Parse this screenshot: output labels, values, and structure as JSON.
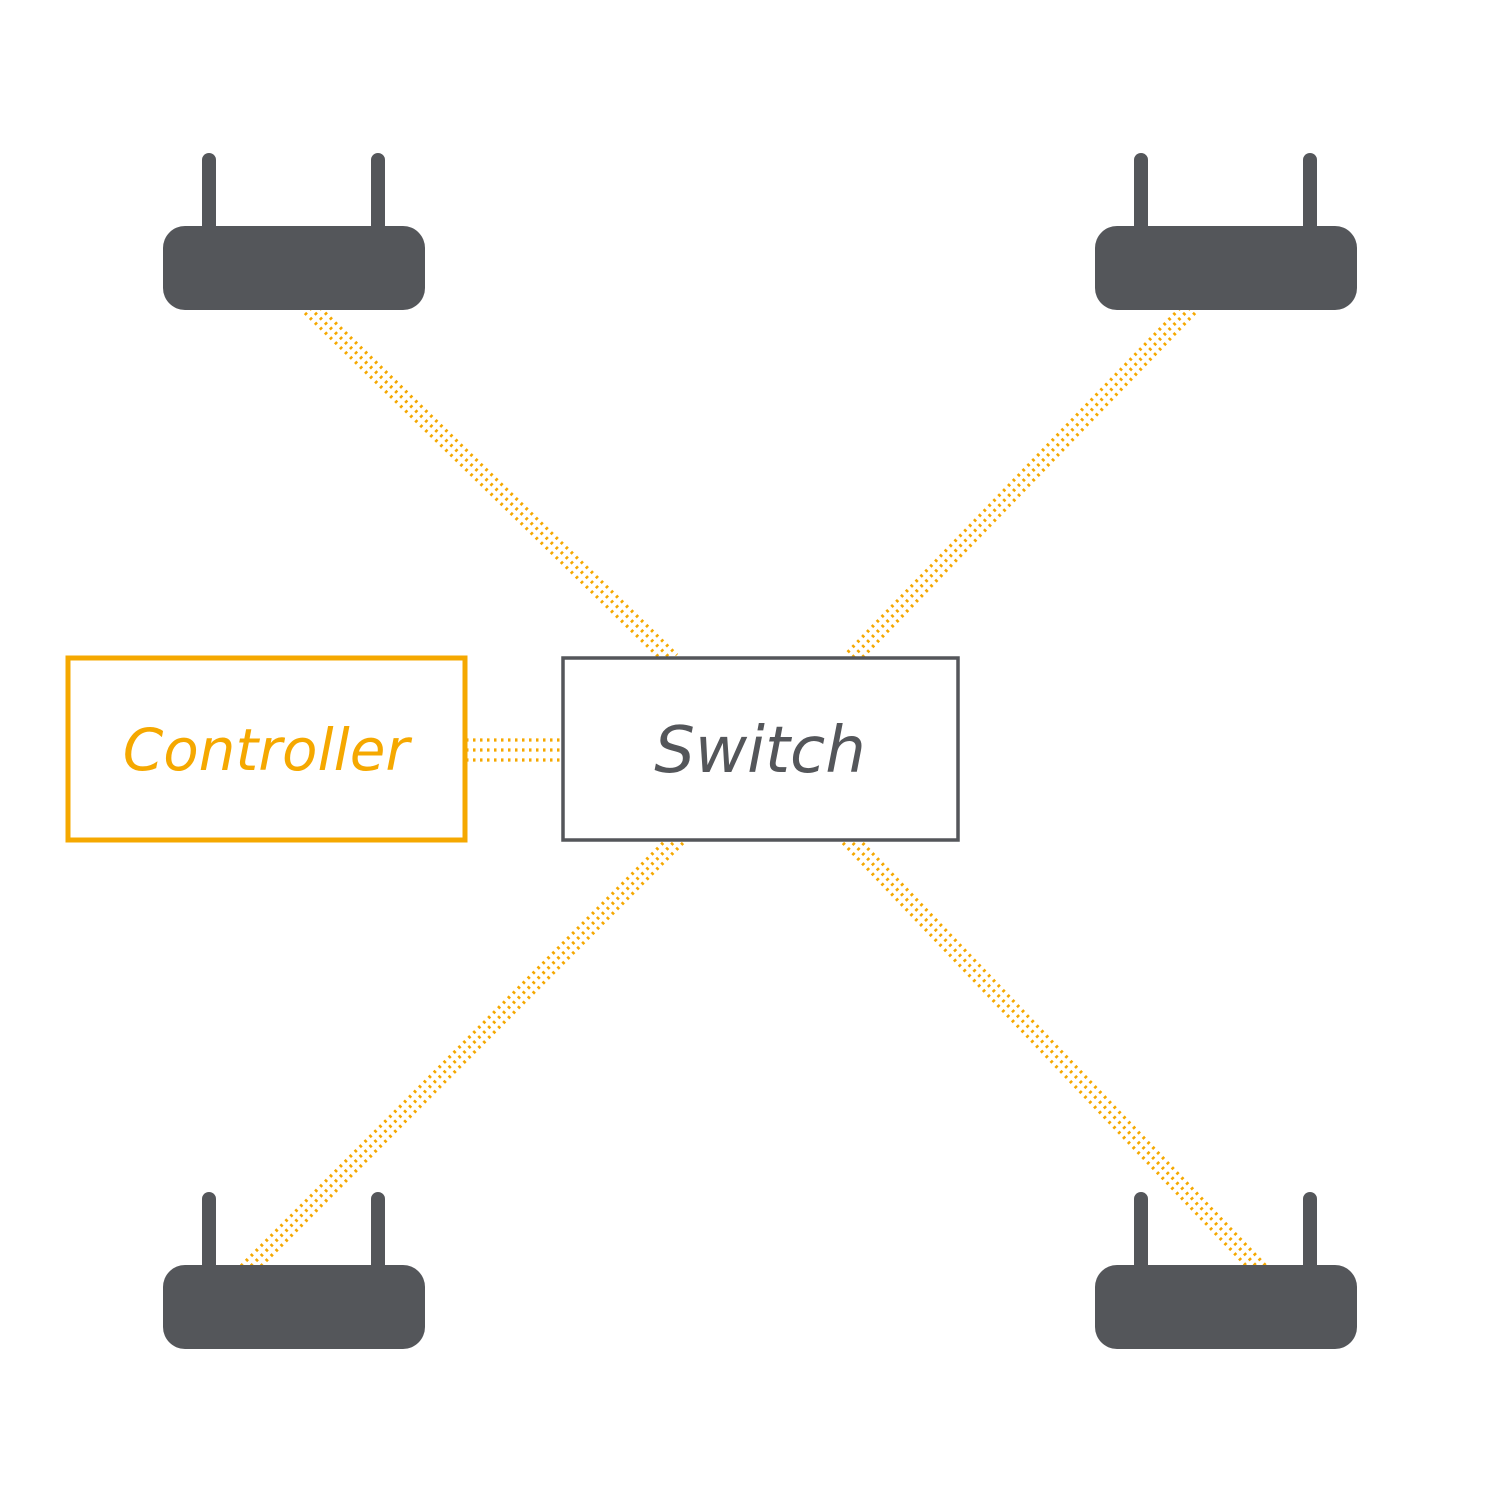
{
  "diagram": {
    "type": "network-topology",
    "nodes": {
      "controller": {
        "label": "Controller",
        "shape": "outlined-box",
        "accent": "orange"
      },
      "switch": {
        "label": "Switch",
        "shape": "outlined-box",
        "accent": "gray"
      },
      "access_points": [
        {
          "id": "ap-top-left",
          "icon": "wireless-router-icon"
        },
        {
          "id": "ap-top-right",
          "icon": "wireless-router-icon"
        },
        {
          "id": "ap-bottom-left",
          "icon": "wireless-router-icon"
        },
        {
          "id": "ap-bottom-right",
          "icon": "wireless-router-icon"
        }
      ]
    },
    "connections": [
      {
        "from": "controller",
        "to": "switch",
        "style": "triple-dotted-orange"
      },
      {
        "from": "switch",
        "to": "ap-top-left",
        "style": "triple-dotted-orange"
      },
      {
        "from": "switch",
        "to": "ap-top-right",
        "style": "triple-dotted-orange"
      },
      {
        "from": "switch",
        "to": "ap-bottom-left",
        "style": "triple-dotted-orange"
      },
      {
        "from": "switch",
        "to": "ap-bottom-right",
        "style": "triple-dotted-orange"
      }
    ]
  },
  "colors": {
    "device-gray": "#54565A",
    "link-orange": "#F5A800",
    "background": "#FFFFFF"
  }
}
